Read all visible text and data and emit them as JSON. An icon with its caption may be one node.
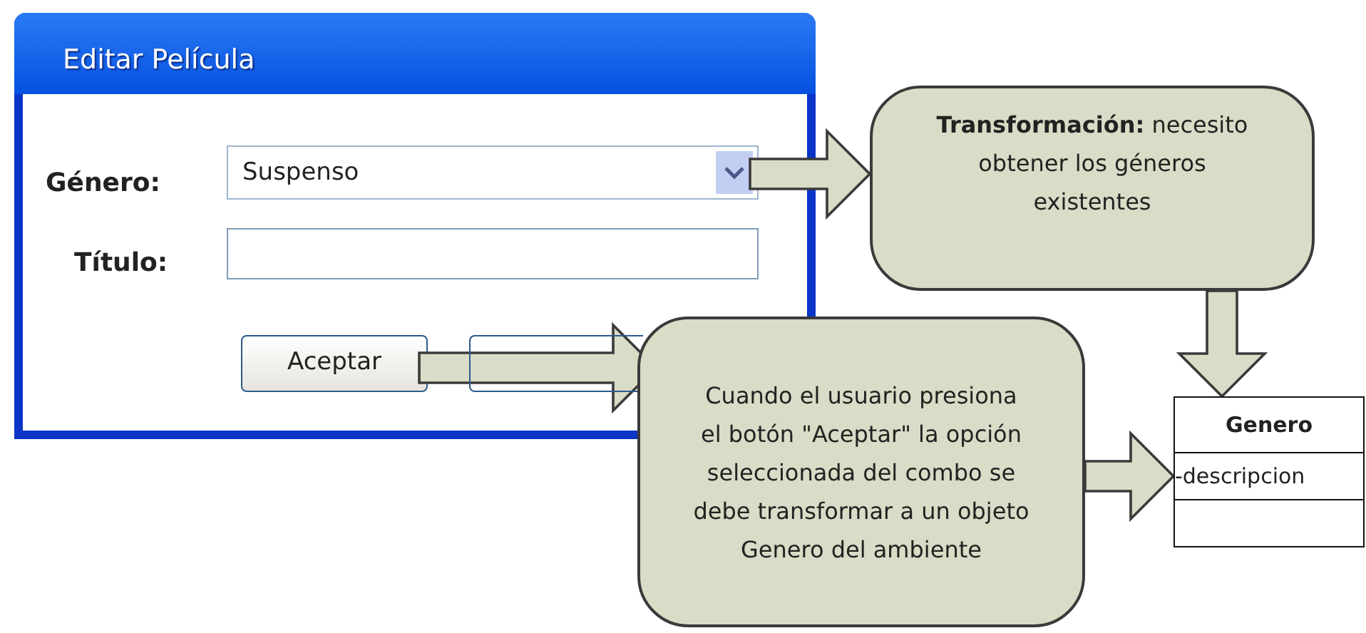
{
  "diagram": {
    "nodes": [
      {
        "text": [
          "Editar Película",
          "Género:",
          "Título:"
        ]
      },
      {
        "text": [
          "Suspenso"
        ],
        "in": 0
      },
      {
        "text": [],
        "shape": "box",
        "in": 0
      },
      {
        "text": [
          "Aceptar"
        ],
        "in": 0
      },
      {
        "text": [],
        "shape": "box",
        "in": 0
      },
      {
        "text": [
          "**Transformación:** necesito obtener los géneros existentes"
        ]
      },
      {
        "text": [
          "Cuando el usuario presiona el botón \"Aceptar\" la opción seleccionada del combo se debe transformar a un objeto Genero del ambiente"
        ]
      },
      {
        "text": [
          "Genero",
          "-descripcion"
        ]
      }
    ],
    "edges": [
      {
        "from": 1,
        "to": 5,
        "arrow": "to"
      },
      {
        "from": 3,
        "to": 6,
        "arrow": "to"
      },
      {
        "from": 5,
        "to": 7,
        "arrow": "to"
      },
      {
        "from": 6,
        "to": 7,
        "arrow": "to"
      }
    ]
  }
}
